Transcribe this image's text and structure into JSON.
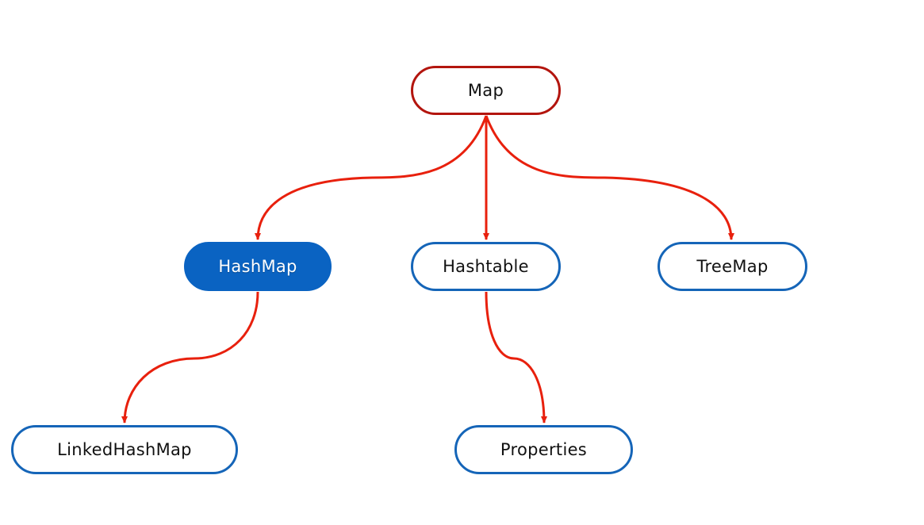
{
  "diagram": {
    "nodes": {
      "map": "Map",
      "hashmap": "HashMap",
      "hashtable": "Hashtable",
      "treemap": "TreeMap",
      "linkedhashmap": "LinkedHashMap",
      "properties": "Properties"
    },
    "edges": [
      {
        "from": "Map",
        "to": "HashMap"
      },
      {
        "from": "Map",
        "to": "Hashtable"
      },
      {
        "from": "Map",
        "to": "TreeMap"
      },
      {
        "from": "HashMap",
        "to": "LinkedHashMap"
      },
      {
        "from": "Hashtable",
        "to": "Properties"
      }
    ],
    "colors": {
      "arrow": "#e8200d",
      "root_border": "#b3150e",
      "node_border": "#1565b8",
      "highlight_fill": "#0a63c2"
    }
  }
}
